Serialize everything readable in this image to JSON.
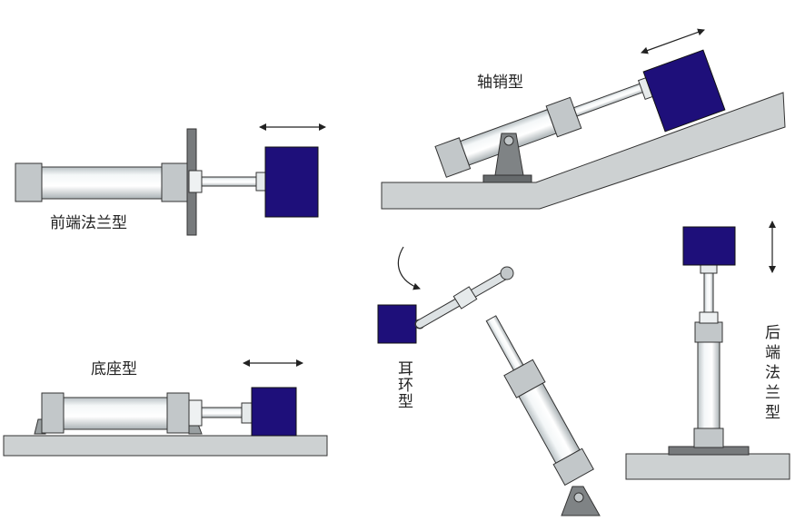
{
  "labels": {
    "front_flange": "前端法兰型",
    "pin": "轴销型",
    "base": "底座型",
    "ear_ring": [
      "耳",
      "环",
      "型"
    ],
    "rear_flange": [
      "后",
      "端",
      "法",
      "兰",
      "型"
    ]
  },
  "colors": {
    "load_block": "#1e0f7a",
    "cylinder_body": "#e8eef0",
    "cap": "#c2c7c9",
    "base_plate": "#cdd1d2",
    "flange": "#777a7c",
    "outline": "#333333"
  }
}
